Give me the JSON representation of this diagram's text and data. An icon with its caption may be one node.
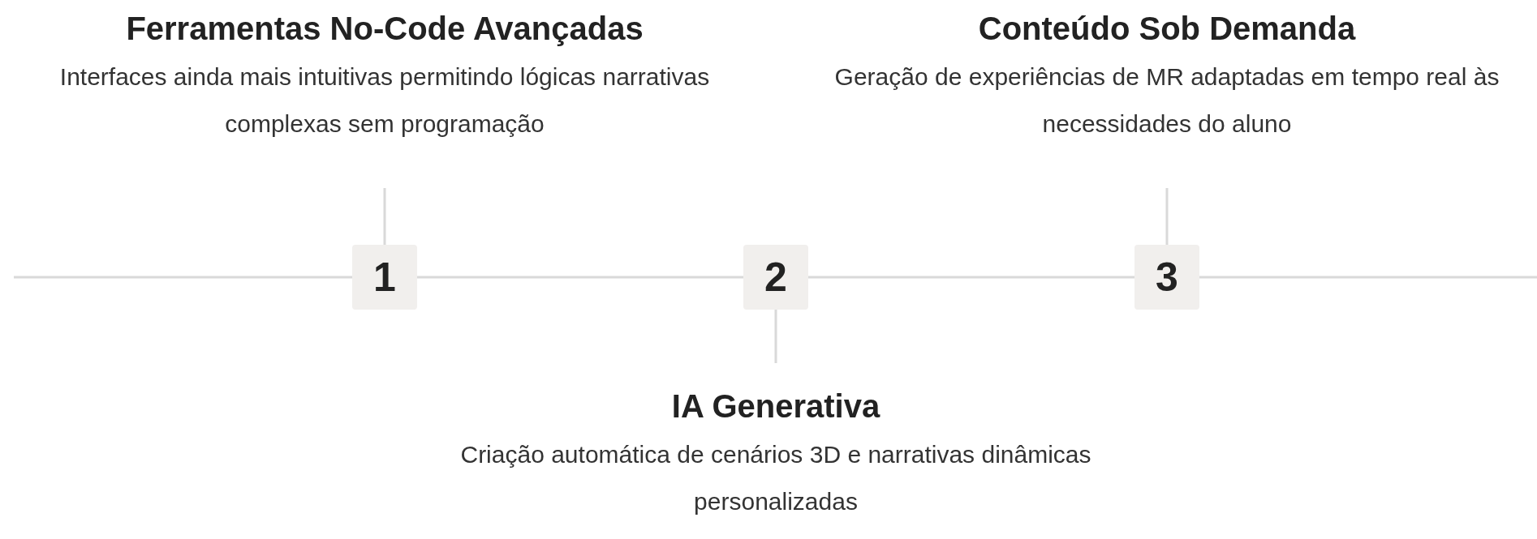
{
  "diagram": {
    "nodes": [
      {
        "text": [
          "Ferramentas No-Code Avançadas",
          "Interfaces ainda mais intuitivas permitindo lógicas narrativas complexas sem programação"
        ]
      },
      {
        "text": [
          "Conteúdo Sob Demanda",
          "Geração de experiências de MR adaptadas em tempo real às necessidades do aluno"
        ]
      },
      {
        "text": [
          "1"
        ]
      },
      {
        "text": [
          "2"
        ]
      },
      {
        "text": [
          "3"
        ]
      },
      {
        "text": [
          "IA Generativa",
          "Criação automática de cenários 3D e narrativas dinâmicas personalizadas"
        ]
      }
    ],
    "edges": [
      {
        "from": 0,
        "to": 2,
        "arrow": "none"
      },
      {
        "from": 1,
        "to": 4,
        "arrow": "none"
      },
      {
        "from": 3,
        "to": 5,
        "arrow": "none"
      },
      {
        "from": null,
        "to": 2,
        "arrow": "none"
      },
      {
        "from": 2,
        "to": 3,
        "arrow": "none"
      },
      {
        "from": 3,
        "to": 4,
        "arrow": "none"
      },
      {
        "from": 4,
        "to": null,
        "arrow": "none"
      }
    ]
  }
}
